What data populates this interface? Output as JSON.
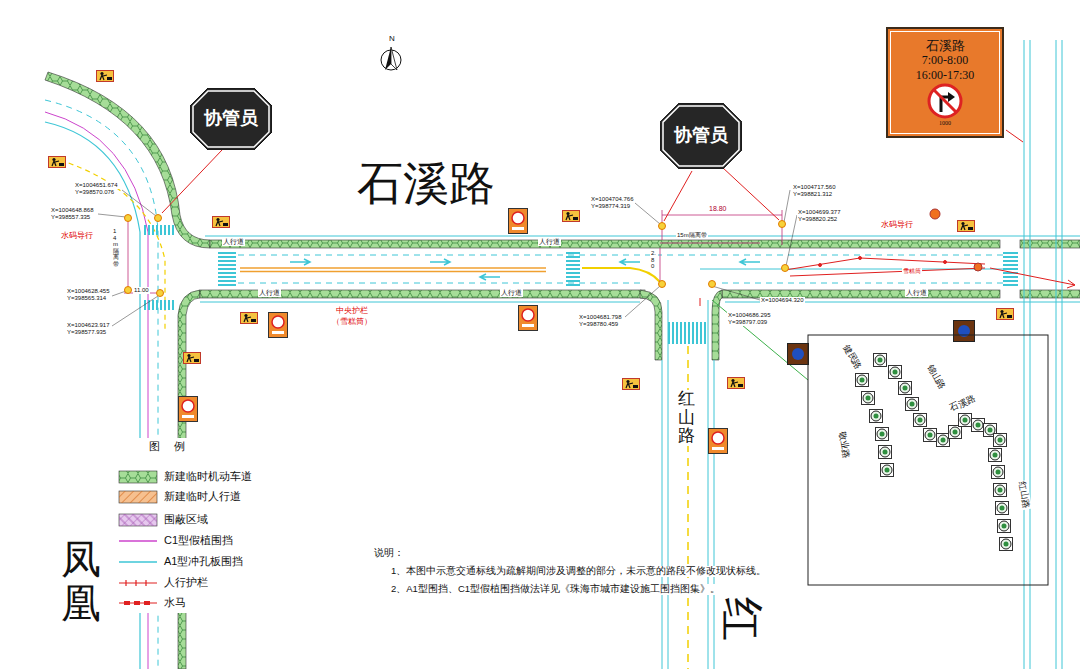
{
  "diagram": {
    "nodes": [
      {
        "text": [
          "协管员"
        ]
      },
      {
        "text": [
          "协管员"
        ]
      },
      {
        "text": [
          "石溪路",
          "7:00-8:00",
          "16:00-17:30",
          "1000"
        ]
      }
    ],
    "labels": [
      "石溪路",
      "N",
      "X=1004651.674",
      "Y=398570.076",
      "X=1004648.868",
      "Y=398557.335",
      "X=1004628.455",
      "Y=398565.314",
      "X=1004623.917",
      "Y=398577.935",
      "X=1004704.766",
      "Y=398774.319",
      "X=1004717.560",
      "Y=398821.312",
      "X=1004699.377",
      "Y=398820.252",
      "X=1004694.320",
      "X=1004686.295",
      "Y=398797.039",
      "X=1004681.798",
      "Y=398780.459",
      "18.80",
      "15m隔离带",
      "2.80",
      "14m隔离带",
      "11.00",
      "水码导行",
      "水码导行",
      "中央护栏",
      "（雪糕筒）",
      "人行道",
      "人行道",
      "人行道",
      "人行道",
      "人行道",
      "雪糕筒",
      "红山路",
      "红",
      "凤凰",
      "健民路",
      "锦山路",
      "石溪路",
      "红山路",
      "敬业路",
      "图例",
      "说明：",
      "1、本图中示意交通标线为疏解期间涉及调整的部分，未示意的路段不修改现状标线。",
      "2、A1型围挡、C1型假植围挡做法详见《珠海市城市建设施工围挡图集》。"
    ],
    "legend": [
      {
        "text": "新建临时机动车道",
        "color": "#a6dd98"
      },
      {
        "text": "新建临时人行道",
        "color": "#f6c08f"
      },
      {
        "text": "围蔽区域",
        "color": "#e6c8ee"
      },
      {
        "text": "C1型假植围挡"
      },
      {
        "text": "A1型冲孔板围挡"
      },
      {
        "text": "人行护栏"
      },
      {
        "text": "水马"
      }
    ]
  }
}
